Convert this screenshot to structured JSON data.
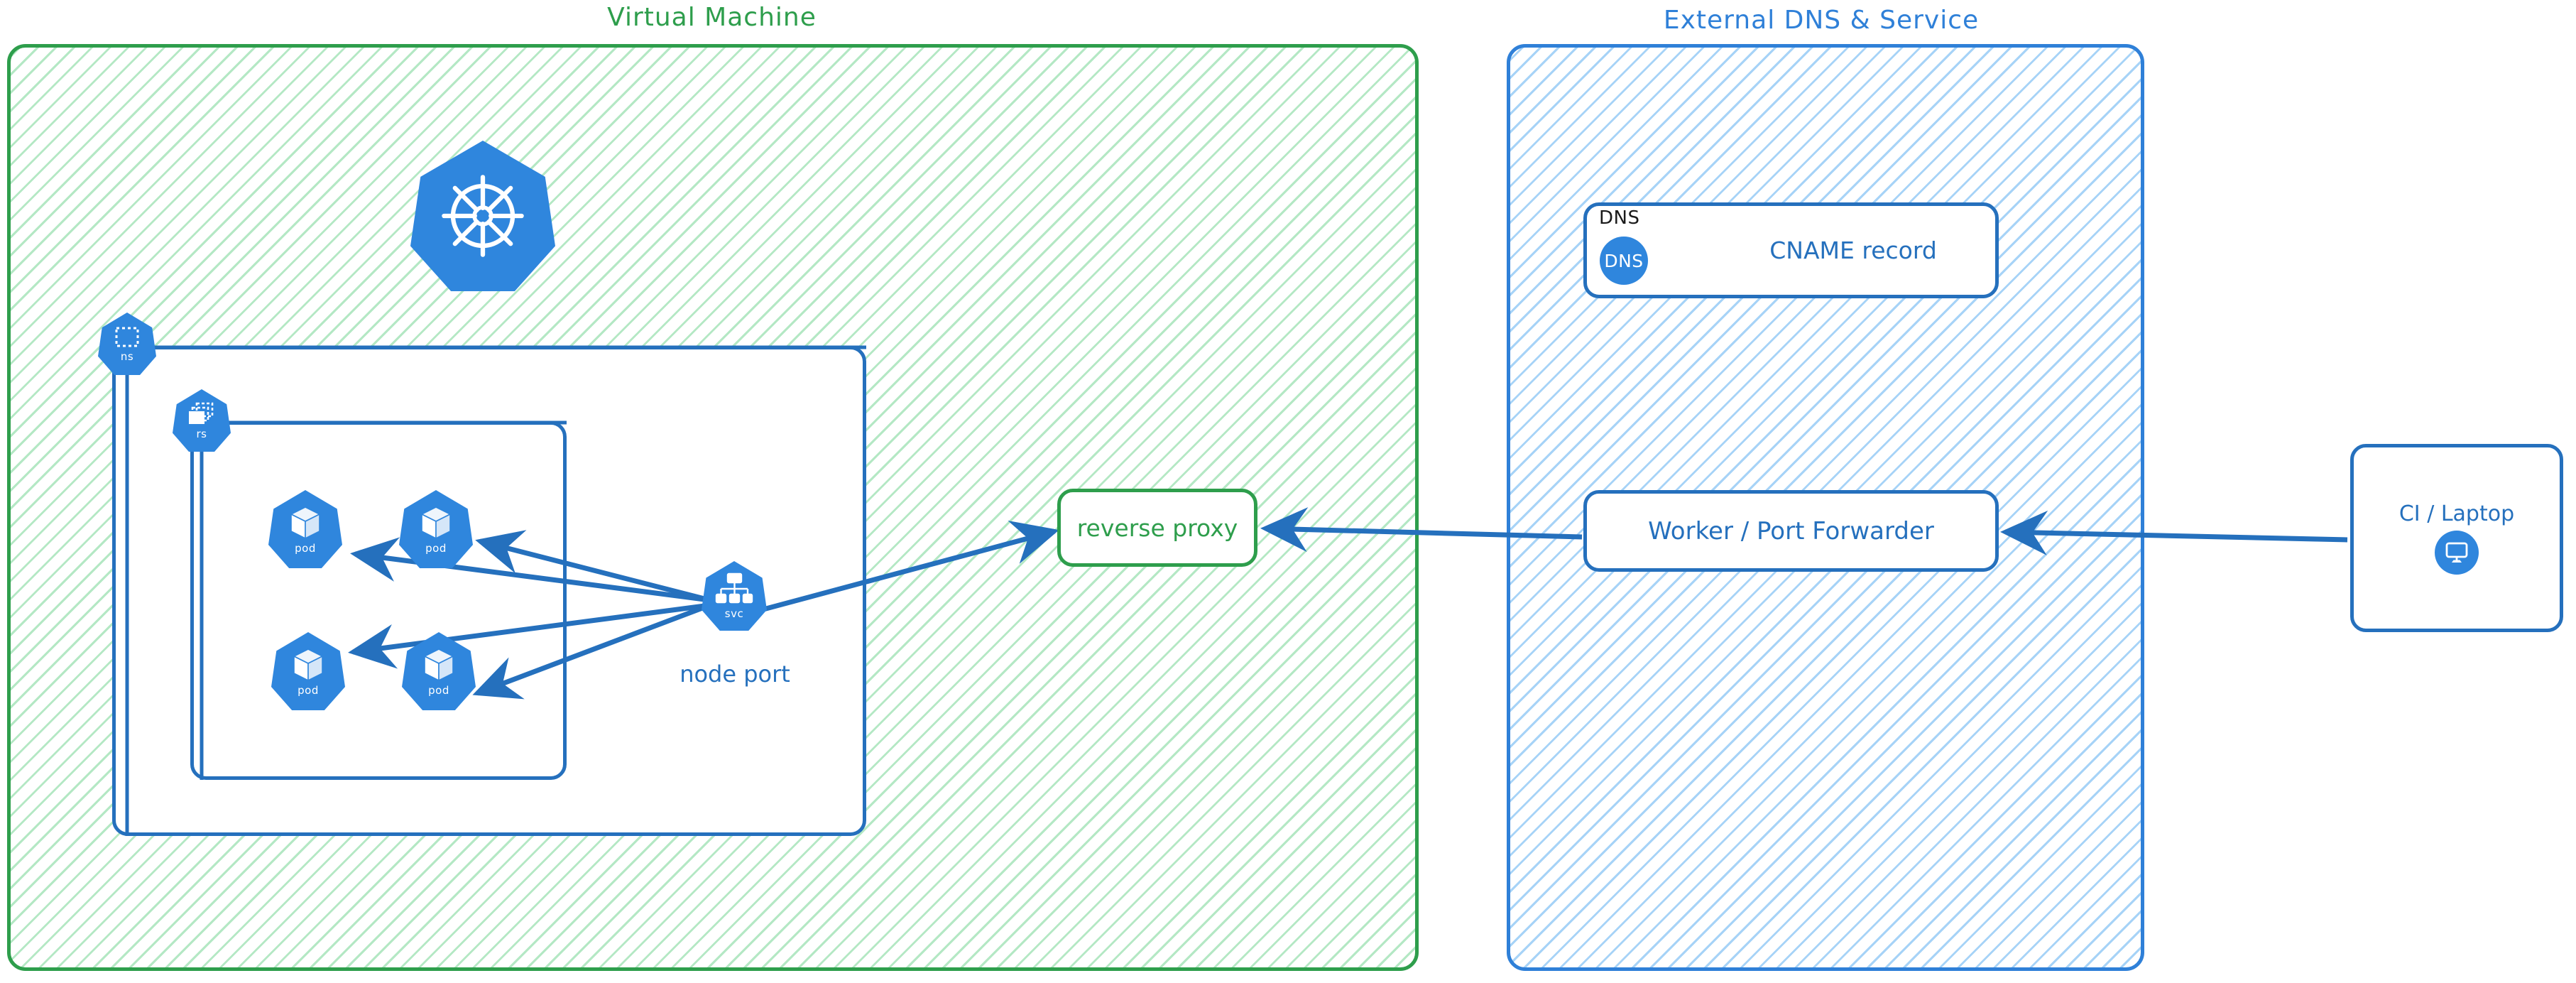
{
  "diagram": {
    "title_green": "Virtual Machine",
    "title_blue": "External DNS & Service"
  },
  "zones": [
    {
      "id": "virtual-machine",
      "label": "Virtual Machine",
      "border_color": "#2e9e4c",
      "hatch_color": "#76d694",
      "fill": "#ffffff"
    },
    {
      "id": "external-dns-service",
      "label": "External DNS & Service",
      "border_color": "#2f80d8",
      "hatch_color": "#89c4f4",
      "fill": "#ffffff"
    }
  ],
  "kubernetes": {
    "logo_name": "kubernetes-wheel-icon",
    "namespace_badge": {
      "label": "ns",
      "icon": "namespace-dashed-square-icon"
    },
    "replicaset_badge": {
      "label": "rs",
      "icon": "replicaset-stacked-boxes-icon"
    },
    "service_badge": {
      "label": "svc",
      "icon": "service-org-chart-icon"
    },
    "node_port_label": "node port",
    "pods": [
      {
        "label": "pod",
        "icon": "pod-cube-icon"
      },
      {
        "label": "pod",
        "icon": "pod-cube-icon"
      },
      {
        "label": "pod",
        "icon": "pod-cube-icon"
      },
      {
        "label": "pod",
        "icon": "pod-cube-icon"
      }
    ]
  },
  "nodes": {
    "reverse_proxy": {
      "label": "reverse proxy",
      "color": "#2e9e4c"
    },
    "worker": {
      "label": "Worker / Port Forwarder",
      "color": "#2570bd"
    },
    "ci_laptop": {
      "label": "CI / Laptop",
      "icon": "desktop-monitor-icon",
      "color": "#2570bd"
    },
    "dns_card": {
      "card_title": "DNS",
      "badge_label": "DNS",
      "record_label": "CNAME record",
      "color": "#2570bd"
    }
  },
  "edges": [
    {
      "from": "svc",
      "to": "pod-1",
      "style": "arrow"
    },
    {
      "from": "svc",
      "to": "pod-2",
      "style": "arrow"
    },
    {
      "from": "svc",
      "to": "pod-3",
      "style": "arrow"
    },
    {
      "from": "svc",
      "to": "pod-4",
      "style": "arrow"
    },
    {
      "from": "svc",
      "to": "reverse-proxy",
      "style": "arrow"
    },
    {
      "from": "worker",
      "to": "reverse-proxy",
      "style": "arrow"
    },
    {
      "from": "ci-laptop",
      "to": "worker",
      "style": "arrow"
    },
    {
      "from": "ns-badge",
      "to": "ns-box",
      "style": "line"
    },
    {
      "from": "rs-badge",
      "to": "rs-box",
      "style": "line"
    }
  ],
  "colors": {
    "green": "#2e9e4c",
    "blue": "#2570bd",
    "k8s_blue": "#2f86dd",
    "white": "#ffffff"
  }
}
